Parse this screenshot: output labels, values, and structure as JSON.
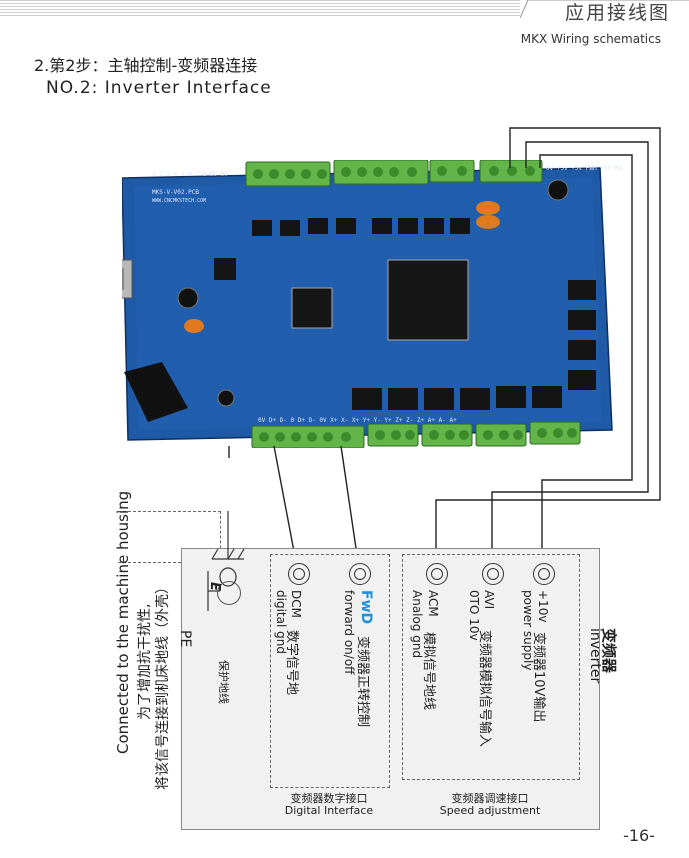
{
  "header": {
    "title": "应用接线图",
    "subtitle": "MKX Wiring schematics"
  },
  "step": {
    "cn": "2.第2步：主轴控制-变频器连接",
    "en": "NO.2: Inverter Interface"
  },
  "inverter": {
    "label_cn": "变频器",
    "label_en": "inverter",
    "terminals": [
      {
        "id": "10v",
        "name": "+10v",
        "desc_en": "power supply",
        "desc_cn": "变频器10V输出"
      },
      {
        "id": "avi",
        "name": "AVI",
        "desc_en": "0TO 10v",
        "desc_cn": "变频器模拟信号输入"
      },
      {
        "id": "acm",
        "name": "ACM",
        "desc_en": "Analog gnd",
        "desc_cn": "模拟信号地线"
      },
      {
        "id": "fwd",
        "name": "FwD",
        "desc_en": "forward on/off",
        "desc_cn": "变频器正转控制"
      },
      {
        "id": "dcm",
        "name": "DCM",
        "desc_en": "digital gnd",
        "desc_cn": "数字信号地"
      }
    ],
    "groups": {
      "digital_cn": "变频器数字接口",
      "digital_en": "Digital Interface",
      "speed_cn": "变频器调速接口",
      "speed_en": "Speed adjustment"
    },
    "pe": {
      "label": "PE",
      "mark": "E",
      "desc_cn": "保护地线"
    }
  },
  "ground_note": {
    "en": "Connected to the machine housing",
    "cn1": "为了增加抗干扰性,",
    "cn2": "将该信号连接到机床地线（外壳）"
  },
  "board": {
    "top_labels": "1 2 3 4 5 6 7 8 0V 0V",
    "board_name": "MKS-V-V02.PCB",
    "url": "WWW.CNCMKSTECH.COM",
    "right_labels": "0V +5V +5V PWM +5V 0V",
    "bottom_labels": "0V D+ D- 0 D+ D- 0V  X+ X- X+  Y+ Y- Y+  Z+ Z- Z+  A+ A- A+",
    "colors": {
      "pcb": "#1f5aa6",
      "pcb_dark": "#163f7a",
      "terminal": "#63b54a",
      "wire": "#222222",
      "accent_fwd": "#1f8fd8"
    }
  },
  "page": {
    "number": "-16-"
  }
}
